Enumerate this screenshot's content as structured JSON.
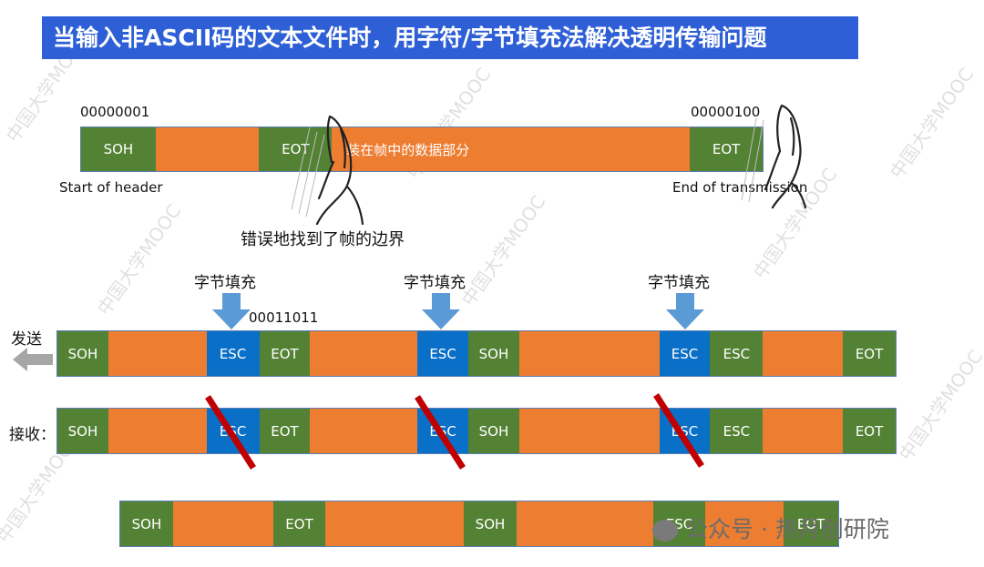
{
  "title": "当输入非ASCII码的文本文件时，用字符/字节填充法解决透明传输问题",
  "top_frame": {
    "code_left": "00000001",
    "code_right": "00000100",
    "soh": "SOH",
    "eot_mid": "EOT",
    "data": "装在帧中的数据部分",
    "eot_end": "EOT",
    "label_left": "Start of header",
    "label_right": "End of transmission"
  },
  "error_caption": "错误地找到了帧的边界",
  "stuffing_label": "字节填充",
  "esc_code": "00011011",
  "send_label": "发送",
  "receive_label": "接收：",
  "send_row": [
    "SOH",
    "",
    "ESC",
    "EOT",
    "",
    "ESC",
    "SOH",
    "",
    "ESC",
    "ESC",
    "",
    "EOT"
  ],
  "recv_row": [
    "SOH",
    "",
    "ESC",
    "EOT",
    "",
    "ESC",
    "SOH",
    "",
    "ESC",
    "ESC",
    "",
    "EOT"
  ],
  "result_row": [
    "SOH",
    "",
    "EOT",
    "",
    "SOH",
    "",
    "ESC",
    "",
    "EOT"
  ],
  "watermark_text": "中国大学MOOC",
  "brand": "公众号 · 热月创研院"
}
